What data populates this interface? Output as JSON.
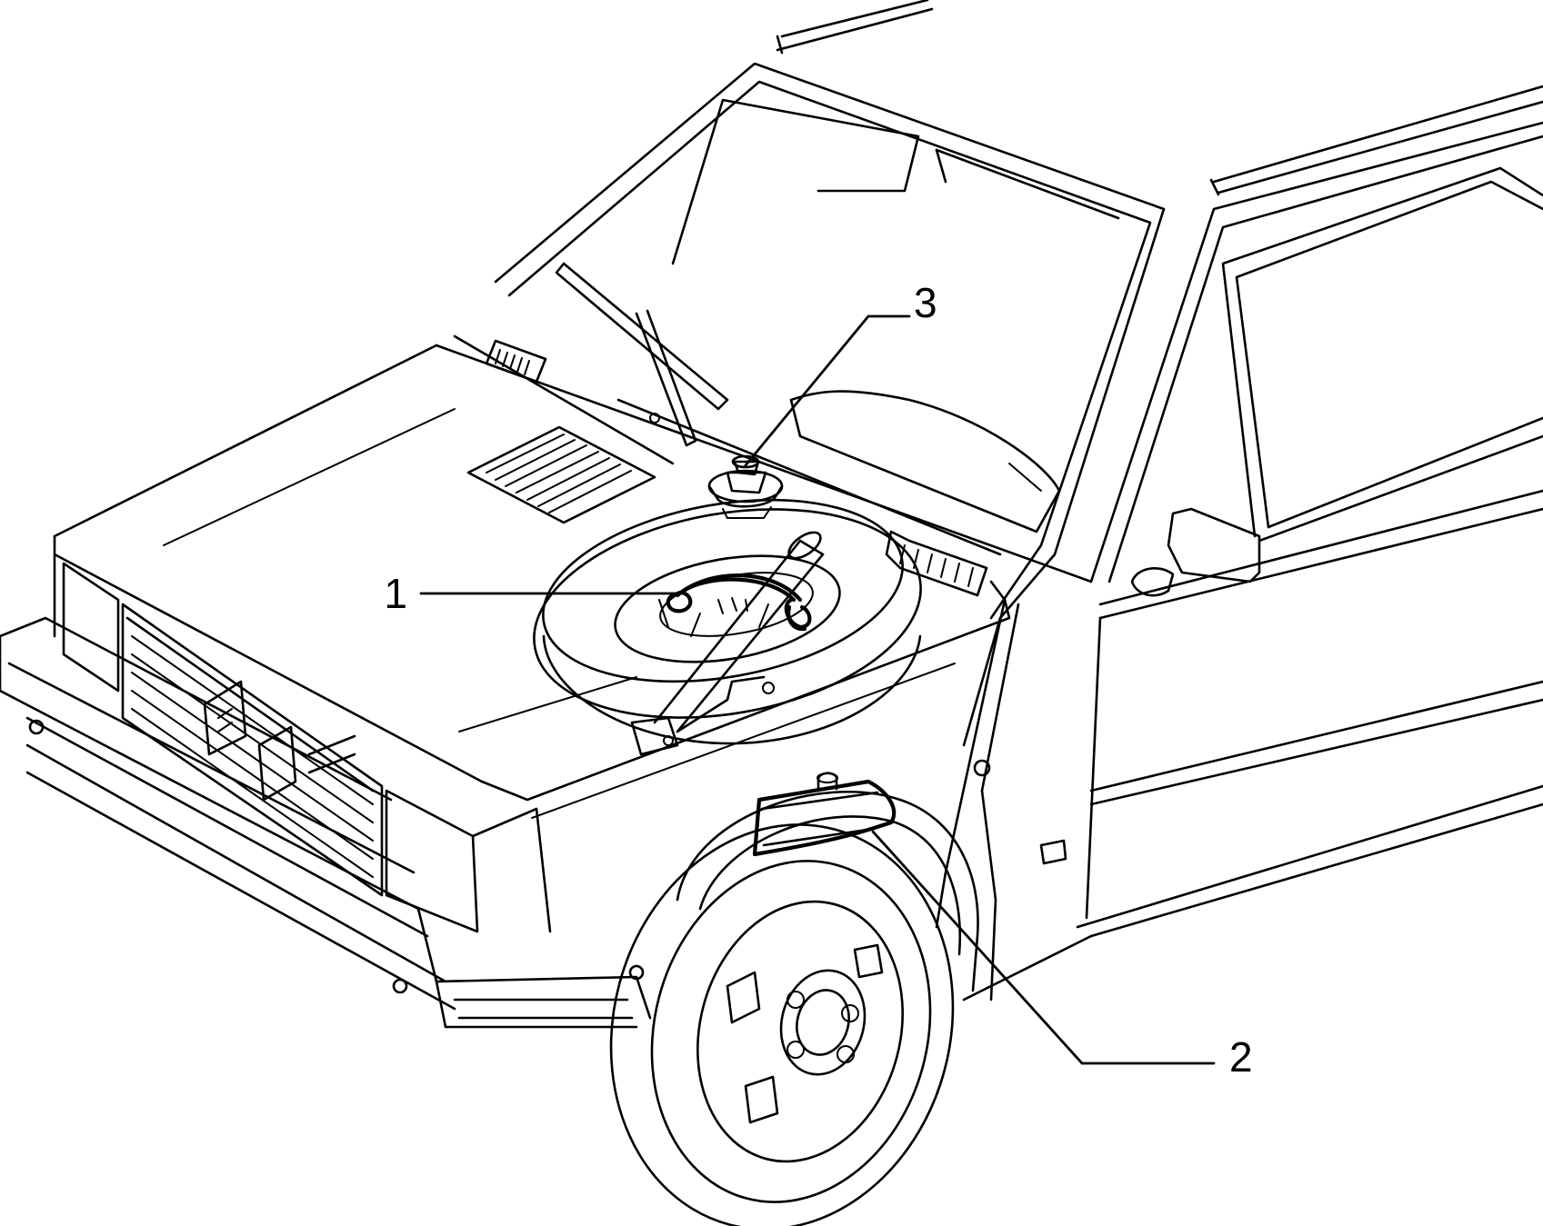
{
  "callouts": [
    {
      "id": 1,
      "label": "1"
    },
    {
      "id": 2,
      "label": "2"
    },
    {
      "id": 3,
      "label": "3"
    }
  ],
  "colors": {
    "line": "#000000",
    "background": "#ffffff"
  }
}
